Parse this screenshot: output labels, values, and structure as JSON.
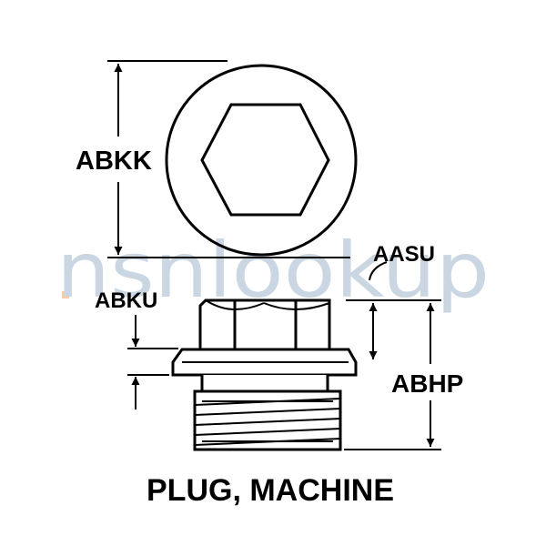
{
  "diagram": {
    "caption": "PLUG, MACHINE",
    "labels": {
      "hex_diameter": "ABKK",
      "flange_thickness": "ABKU",
      "hex_height": "AASU",
      "overall_height": "ABHP"
    }
  },
  "watermark": {
    "text": "nsnlookup",
    "color": "#9fb6cc",
    "accent_color": "#f3a35a"
  },
  "colors": {
    "ink": "#000000",
    "background": "#ffffff"
  }
}
